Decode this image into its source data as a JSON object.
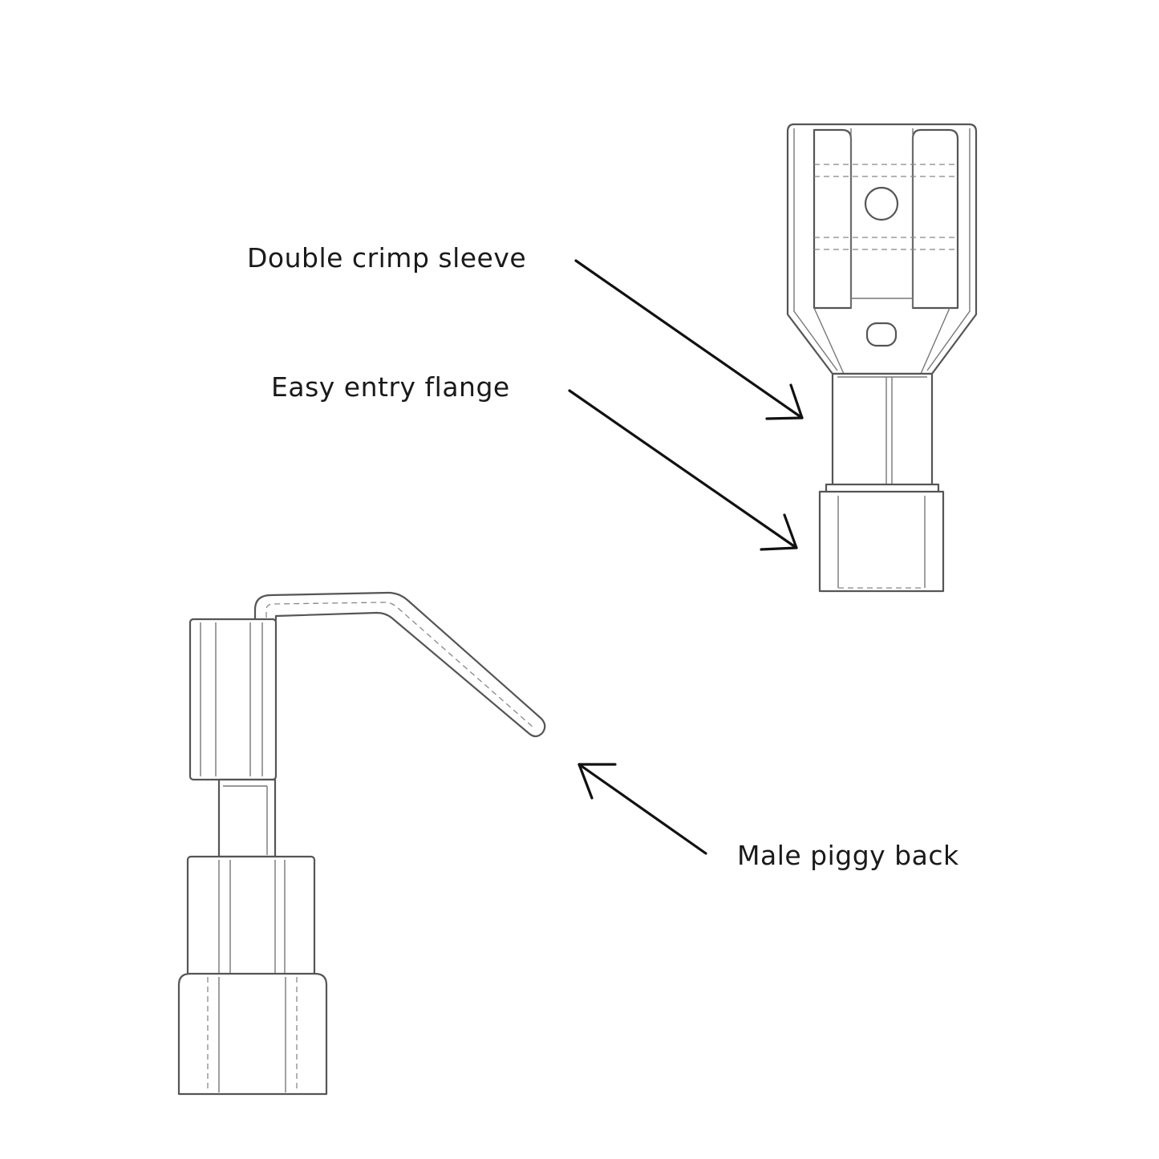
{
  "labels": {
    "double_crimp_sleeve": "Double crimp sleeve",
    "easy_entry_flange": "Easy entry flange",
    "male_piggy_back": "Male piggy back"
  },
  "colors": {
    "line_art": "#555555",
    "arrow": "#111111",
    "text": "#1a1a1a",
    "background": "#ffffff"
  }
}
